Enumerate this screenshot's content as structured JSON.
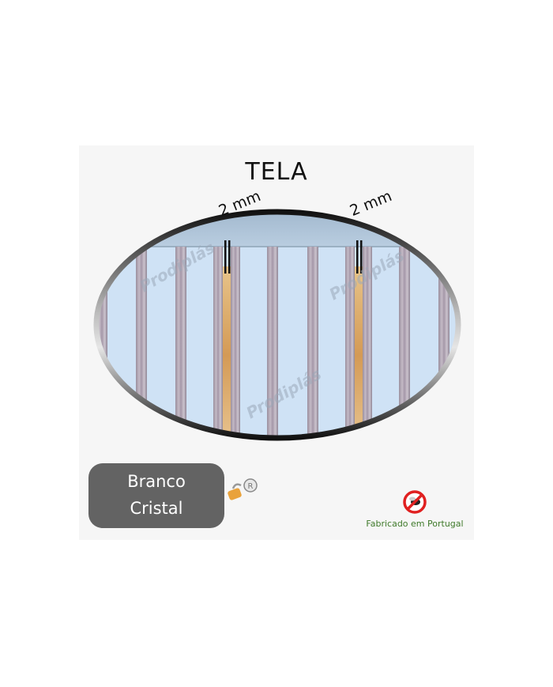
{
  "product": {
    "title": "TELA",
    "color_name_line1": "Branco",
    "color_name_line2": "Cristal",
    "origin_text": "Fabricado em Portugal",
    "watermark": "Prodiplás",
    "dimension_labels": [
      "2 mm",
      "2 mm"
    ]
  },
  "icons": {
    "lock": "padlock-with-registered-mark-icon",
    "no_fly": "no-insects-icon"
  },
  "colors": {
    "panel_bg": "#f6f6f6",
    "label_bg": "#636363",
    "label_text": "#ffffff",
    "origin_text": "#3f7a2a",
    "screen_fill": "#cfe2f5",
    "strip_color": "#a89aa8",
    "gap_color": "#d8a865",
    "frame_dark": "#1a1a1a",
    "frame_silver": "#c8c8c8"
  }
}
